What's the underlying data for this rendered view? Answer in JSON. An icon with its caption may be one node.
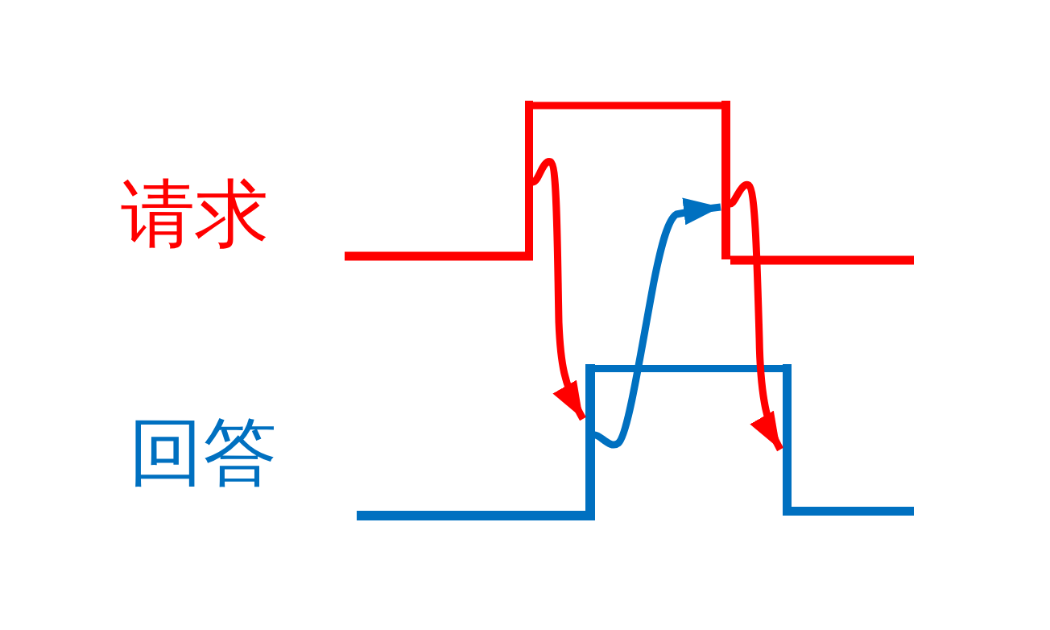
{
  "diagram": {
    "nodes": [
      {
        "text": [],
        "shape": "line"
      },
      {
        "text": [],
        "shape": "line"
      },
      {
        "text": [],
        "shape": "line"
      },
      {
        "text": [],
        "shape": "line"
      }
    ],
    "edges": [
      {
        "from": 0,
        "to": 1,
        "arrow": "none"
      },
      {
        "from": 0,
        "to": 2,
        "arrow": "to"
      },
      {
        "from": 2,
        "to": 3,
        "arrow": "none",
        "color": "#0070c0"
      },
      {
        "from": 2,
        "to": 1,
        "arrow": "to",
        "color": "#0070c0"
      },
      {
        "from": 1,
        "to": 3,
        "arrow": "to"
      }
    ],
    "labels": [
      "请求",
      "回答"
    ]
  }
}
